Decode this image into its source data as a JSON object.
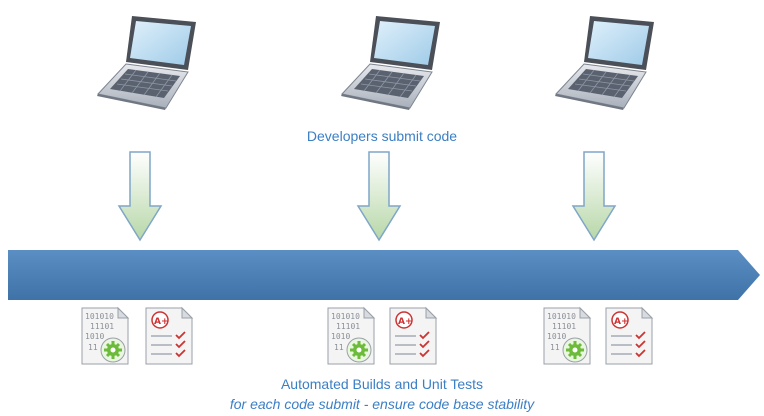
{
  "labels": {
    "top": "Developers submit code",
    "bottom_title": "Automated Builds and Unit Tests",
    "bottom_subtitle": "for each code submit - ensure code base stability"
  },
  "icons": {
    "laptop": "laptop-icon",
    "arrow": "down-arrow-icon",
    "build": "build-file-icon",
    "test_report": "test-report-icon"
  },
  "artifact_text": {
    "binary_lines": [
      "101010",
      "11101",
      "1010",
      "11"
    ],
    "grade": "A+"
  },
  "colors": {
    "timeline": "#4a7fb5",
    "label_text": "#3b7fc4",
    "arrow_fill_top": "#ffffff",
    "arrow_fill_bottom": "#b7d7a8",
    "arrow_stroke": "#7fa6c8",
    "check_marks": "#cc3333",
    "gear": "#6dbb3a"
  }
}
